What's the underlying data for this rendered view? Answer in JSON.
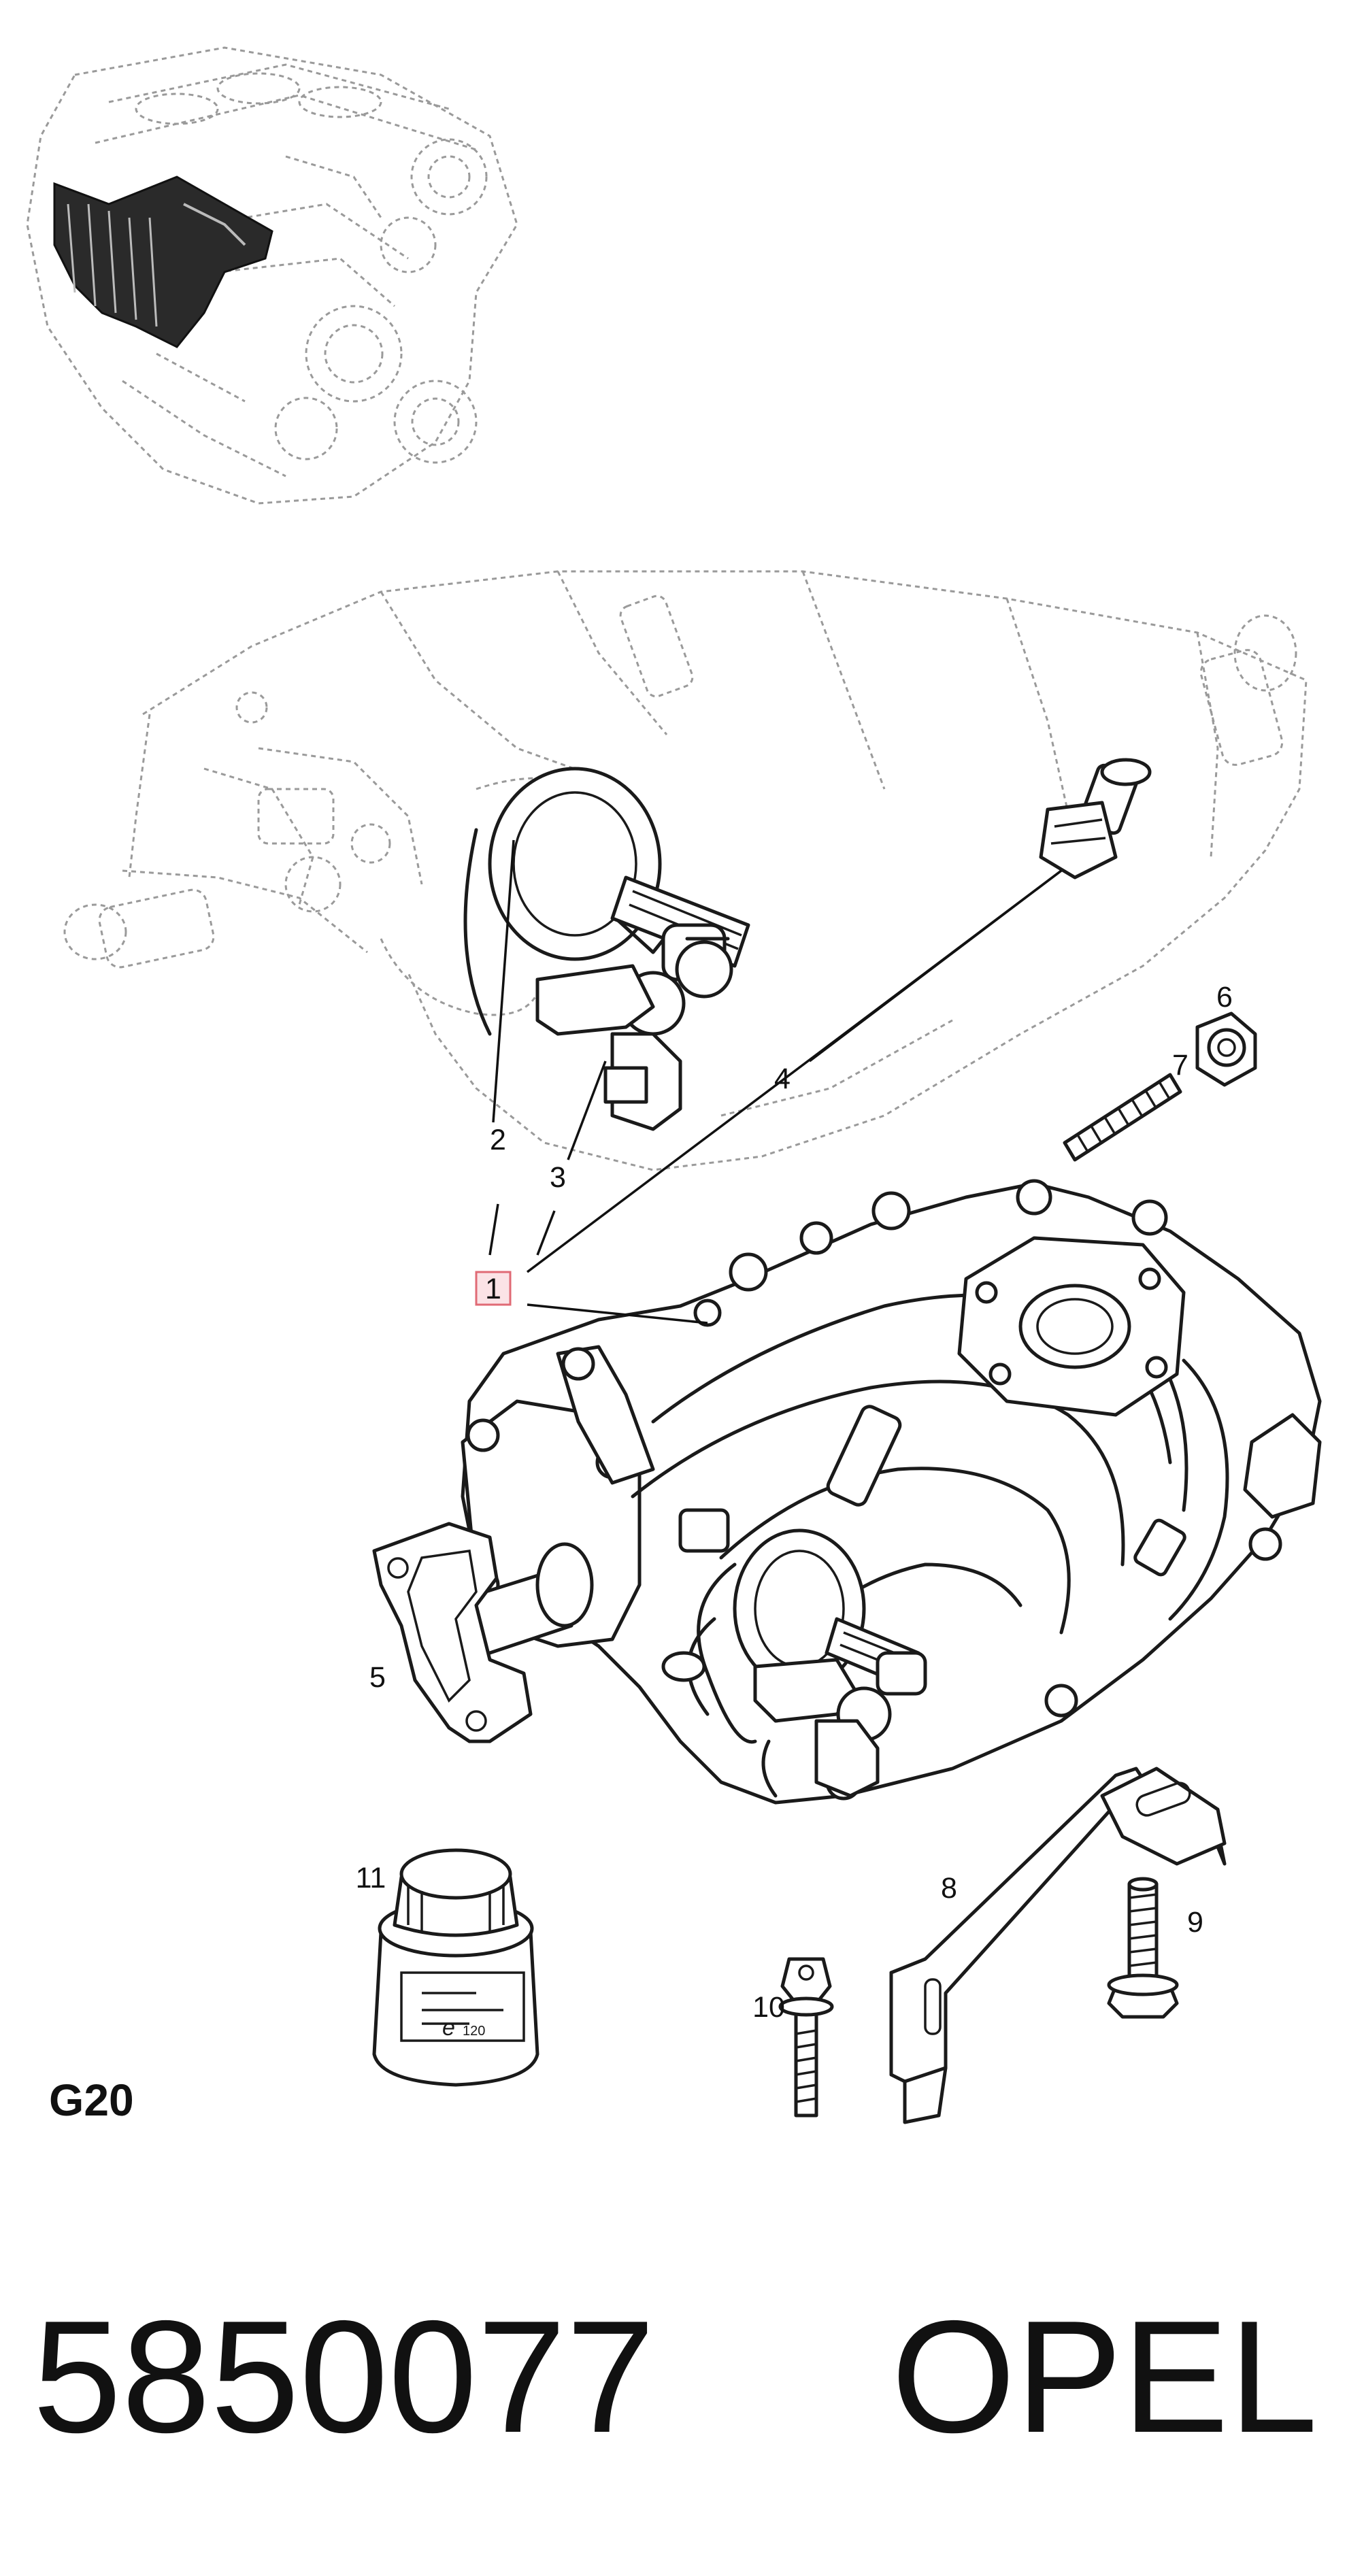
{
  "callouts": {
    "c1": "1",
    "c2": "2",
    "c3": "3",
    "c4": "4",
    "c5": "5",
    "c6": "6",
    "c7": "7",
    "c8": "8",
    "c9": "9",
    "c10": "10",
    "c11": "11"
  },
  "engine_code": "G20",
  "footer": {
    "part_number": "5850077",
    "brand": "OPEL"
  },
  "colors": {
    "ink": "#1a1a1a",
    "ghost": "#9a9a9a",
    "highlight_box": "#e06a75",
    "highlight_fill": "#fbe3e6"
  }
}
